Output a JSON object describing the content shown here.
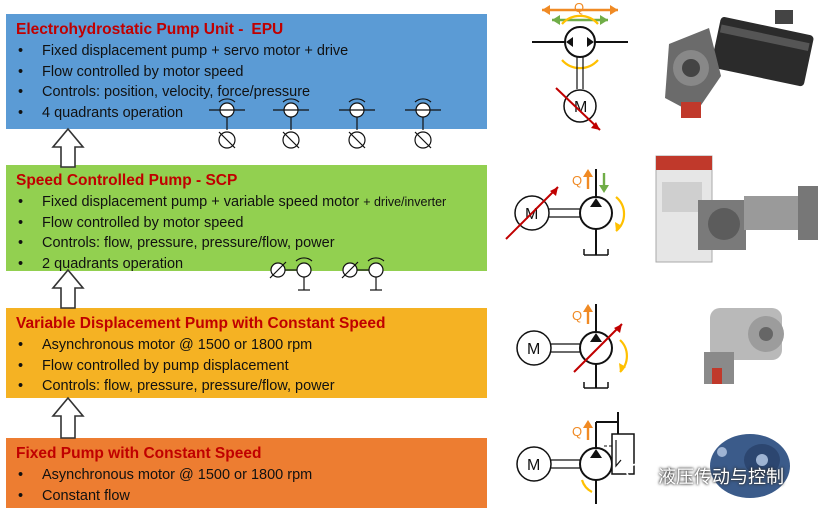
{
  "boxes": {
    "epu": {
      "title": "Electrohydrostatic Pump Unit -",
      "title_extra": "EPU",
      "color": "#5b9bd5",
      "bullets": [
        "Fixed displacement pump + servo motor + drive",
        "Flow controlled by motor speed",
        "Controls: position, velocity, force/pressure",
        "4 quadrants operation"
      ]
    },
    "scp": {
      "title": "Speed Controlled Pump - SCP",
      "color": "#92d050",
      "bullet_main": "Fixed displacement pump + variable speed motor",
      "bullet_small": "+ drive/inverter",
      "bullets": [
        "Flow controlled by motor speed",
        "Controls: flow, pressure, pressure/flow, power",
        "2 quadrants operation"
      ]
    },
    "vdp": {
      "title": "Variable Displacement Pump with Constant Speed",
      "color": "#f5b223",
      "bullets": [
        "Asynchronous motor @ 1500 or 1800 rpm",
        "Flow controlled by pump displacement",
        "Controls: flow, pressure, pressure/flow, power"
      ]
    },
    "fpc": {
      "title": "Fixed Pump with Constant Speed",
      "color": "#ed7d31",
      "bullets": [
        "Asynchronous motor @ 1500 or 1800 rpm",
        "Constant flow"
      ]
    }
  },
  "symbols": {
    "flow_label": "Q",
    "motor_label": "M"
  },
  "watermark": "液压传动与控制",
  "colors": {
    "title_red": "#c00000",
    "flow_orange": "#f08a24",
    "arrow_green": "#70ad47",
    "arrow_yellow": "#ffc000",
    "adjust_red": "#c00000"
  }
}
